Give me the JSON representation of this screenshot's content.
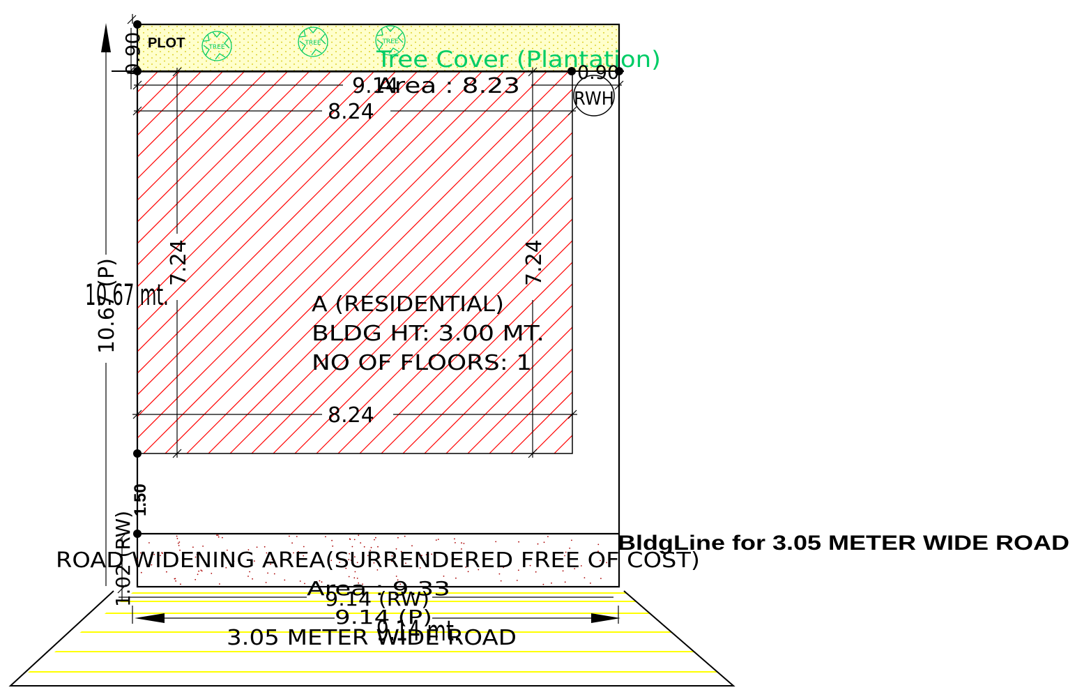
{
  "colors": {
    "hatch": "#ff0000",
    "plantation": "#00cc66",
    "road_stripe": "#ffff00",
    "strip_fill": "#ffffcc",
    "road_widening_dots": "#aa0000",
    "line": "#000000"
  },
  "labels": {
    "plot": "PLOT",
    "tree": "TREE",
    "tree_cover": "Tree Cover (Plantation)",
    "rwh": "RWH",
    "building_line": "BldgLine for 3.05 METER WIDE ROAD",
    "road_widening": "ROAD WIDENING AREA(SURRENDERED FREE OF COST)",
    "road": "3.05 METER WIDE ROAD",
    "building_use": "A (RESIDENTIAL)",
    "building_height": "BLDG HT: 3.00 MT.",
    "floors": "NO OF FLOORS: 1"
  },
  "areas": {
    "building": "Area : 8.23",
    "road_widening": "Area : 9.33"
  },
  "dimensions": {
    "plot_width": "9.14",
    "building_width_top": "8.24",
    "building_width_bottom": "8.24",
    "building_depth_left": "7.24",
    "building_depth_right": "7.24",
    "rear_setback": "0.90",
    "side_setback": "0.90",
    "front_setback": "1.50",
    "rw_depth": "1.02 (RW)",
    "plot_depth": "10.67 (P)",
    "plot_depth_mt": "10.67 mt.",
    "rw_width": "9.14 (RW)",
    "plot_width_p": "9.14 (P)",
    "plot_width_mt": "9.14 mt."
  }
}
